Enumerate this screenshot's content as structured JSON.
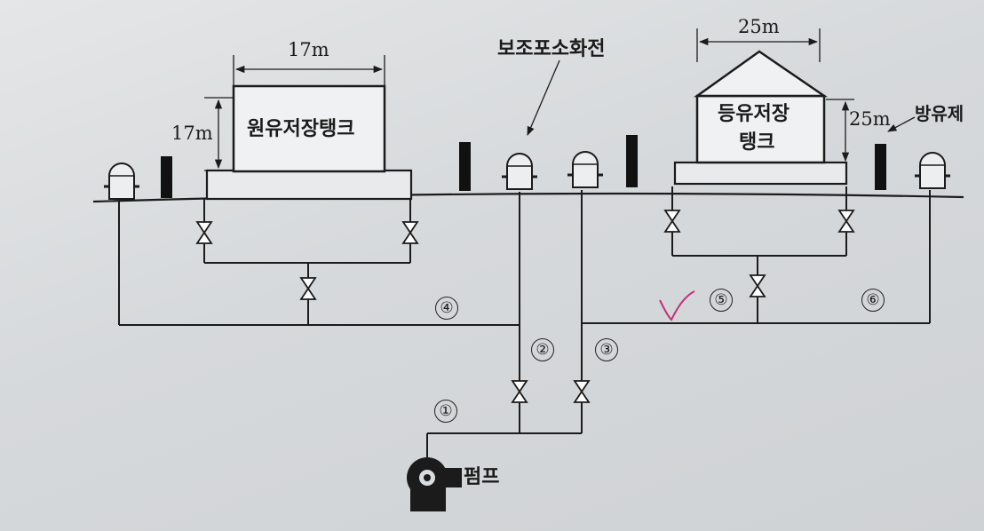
{
  "diagram": {
    "dimensions": {
      "crude_width": "17m",
      "crude_height": "17m",
      "kerosene_width": "25m",
      "kerosene_height": "25m"
    },
    "labels": {
      "crude_tank": "원유저장탱크",
      "kerosene_tank_line1": "등유저장",
      "kerosene_tank_line2": "탱크",
      "aux_hydrant": "보조포소화전",
      "dike": "방유제",
      "pump": "펌프"
    },
    "segments": [
      "①",
      "②",
      "③",
      "④",
      "⑤",
      "⑥"
    ],
    "icons": [
      "gate-valve-icon",
      "hydrant-icon",
      "pump-icon",
      "dimension-arrow-icon"
    ],
    "colors": {
      "ink": "#1b1b1b",
      "paper": "#d9dcde",
      "pen_mark": "#c0307a"
    }
  }
}
